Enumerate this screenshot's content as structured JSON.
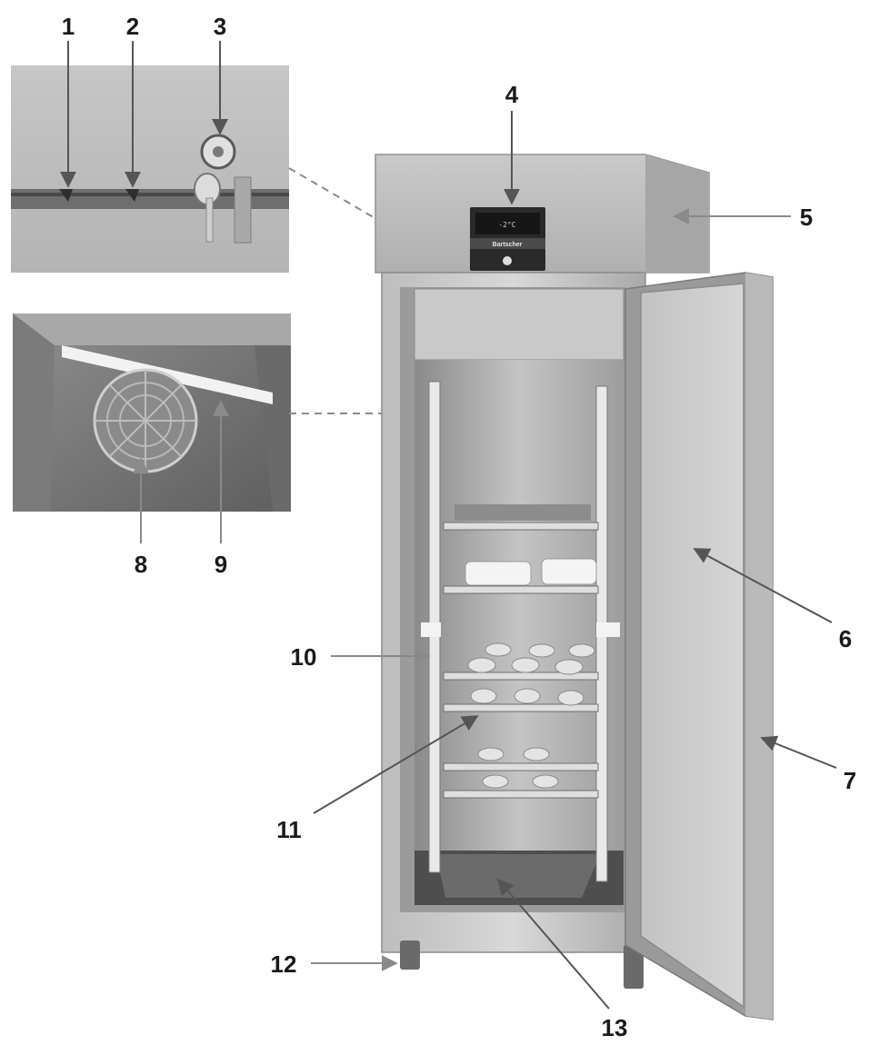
{
  "figure": {
    "callouts": [
      {
        "id": "1",
        "label": "1"
      },
      {
        "id": "2",
        "label": "2"
      },
      {
        "id": "3",
        "label": "3"
      },
      {
        "id": "4",
        "label": "4"
      },
      {
        "id": "5",
        "label": "5"
      },
      {
        "id": "6",
        "label": "6"
      },
      {
        "id": "7",
        "label": "7"
      },
      {
        "id": "8",
        "label": "8"
      },
      {
        "id": "9",
        "label": "9"
      },
      {
        "id": "10",
        "label": "10"
      },
      {
        "id": "11",
        "label": "11"
      },
      {
        "id": "12",
        "label": "12"
      },
      {
        "id": "13",
        "label": "13"
      }
    ],
    "control_panel": {
      "display_readout": "-2°C",
      "brand_text": "Bartscher"
    }
  }
}
